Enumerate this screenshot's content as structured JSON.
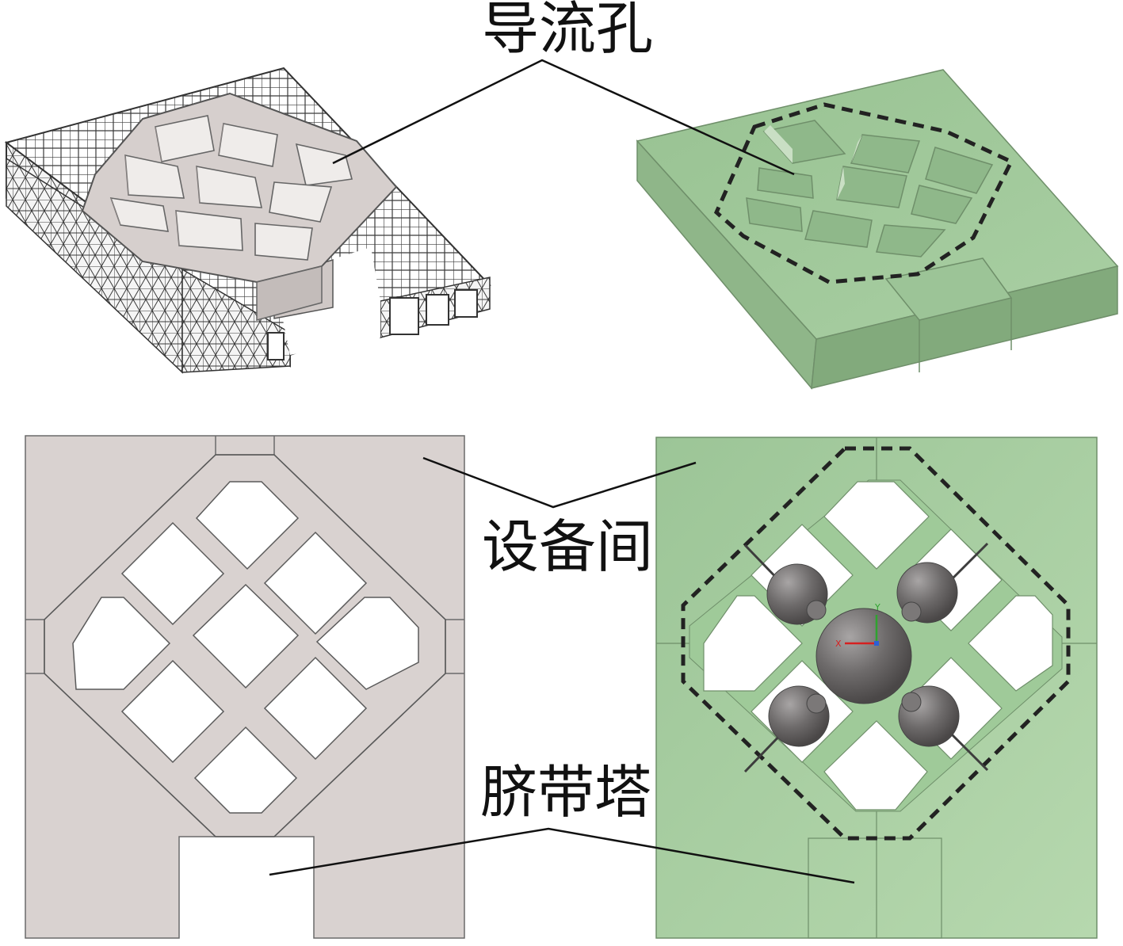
{
  "labels": {
    "guide_hole": "导流孔",
    "equipment_room": "设备间",
    "umbilical_tower": "脐带塔"
  },
  "colors": {
    "gray_fill": "#d9d2d0",
    "gray_dark": "#bdb6b4",
    "gray_side": "#c9c2c0",
    "green_fill": "#a6c9a0",
    "green_top": "#9cc497",
    "green_side": "#8db486",
    "green_side_dark": "#7fa679",
    "outline": "#555555",
    "wire": "#4a4a4a",
    "sphere": "#6e6b6b",
    "leader": "#111111"
  },
  "icons": {
    "axis_triad": "axis-triad-icon"
  }
}
